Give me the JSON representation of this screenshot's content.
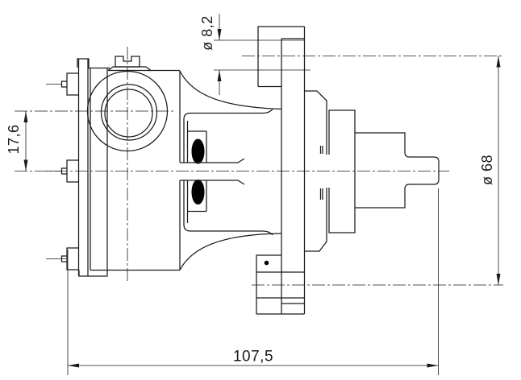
{
  "drawing": {
    "kind": "engineering side-view drawing of a pump / motor assembly",
    "colors": {
      "line": "#1b1b1b",
      "background": "#ffffff",
      "seal_fill": "#000000"
    },
    "dimensions": {
      "hole_diameter": {
        "label": "ø 8,2",
        "value": 8.2,
        "orientation": "vertical"
      },
      "port_offset": {
        "label": "17,6",
        "value": 17.6,
        "orientation": "vertical"
      },
      "bolt_circle": {
        "label": "ø 68",
        "value": 68,
        "orientation": "vertical"
      },
      "overall_length": {
        "label": "107,5",
        "value": 107.5,
        "orientation": "horizontal"
      }
    }
  }
}
